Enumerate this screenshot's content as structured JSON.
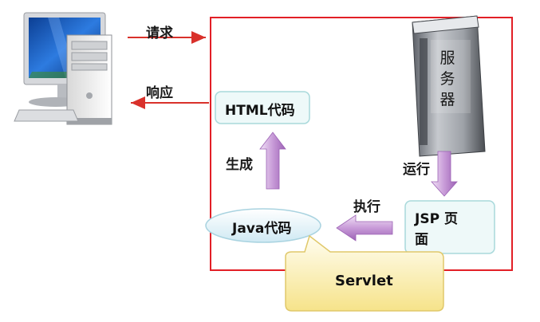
{
  "labels": {
    "request": "请求",
    "response": "响应",
    "generate": "生成",
    "run": "运行",
    "execute": "执行"
  },
  "nodes": {
    "html_code": "HTML代码",
    "java_code": "Java代码",
    "jsp_page_line1": "JSP 页",
    "jsp_page_line2": "面",
    "servlet": "Servlet",
    "server_chars": [
      "服",
      "务",
      "器"
    ]
  },
  "icons": {
    "client": "desktop-computer-icon",
    "server": "server-tower-icon"
  },
  "colors": {
    "border_red": "#e21f26",
    "arrow_red": "#d9312b",
    "arrow_purple": "#b583c8",
    "box_fill": "#eef9f9",
    "box_border": "#a9d9db",
    "callout_fill": "#fdf4b8"
  }
}
